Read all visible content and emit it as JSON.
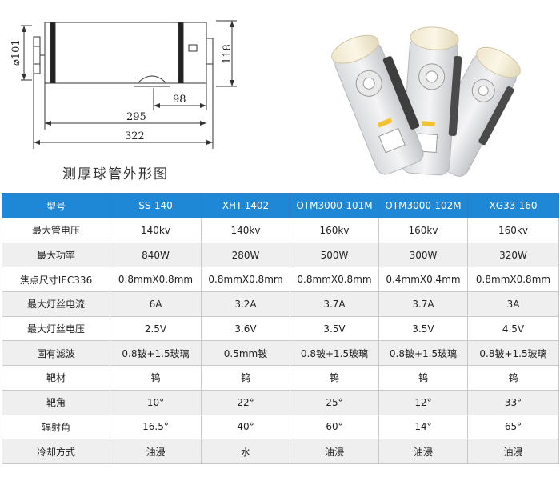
{
  "drawing": {
    "dim_diameter": "⌀101",
    "dim_height": "118",
    "dim_inner": "98",
    "dim_body": "295",
    "dim_total": "322"
  },
  "caption": "测厚球管外形图",
  "table": {
    "header": [
      "型号",
      "SS-140",
      "XHT-1402",
      "OTM3000-101M",
      "OTM3000-102M",
      "XG33-160"
    ],
    "rows": [
      [
        "最大管电压",
        "140kv",
        "140kv",
        "160kv",
        "160kv",
        "160kv"
      ],
      [
        "最大功率",
        "840W",
        "280W",
        "500W",
        "300W",
        "320W"
      ],
      [
        "焦点尺寸IEC336",
        "0.8mmX0.8mm",
        "0.8mmX0.8mm",
        "0.8mmX0.8mm",
        "0.4mmX0.4mm",
        "0.8mmX0.8mm"
      ],
      [
        "最大灯丝电流",
        "6A",
        "3.2A",
        "3.7A",
        "3.7A",
        "3A"
      ],
      [
        "最大灯丝电压",
        "2.5V",
        "3.6V",
        "3.5V",
        "3.5V",
        "4.5V"
      ],
      [
        "固有滤波",
        "0.8铍+1.5玻璃",
        "0.5mm铍",
        "0.8铍+1.5玻璃",
        "0.8铍+1.5玻璃",
        "0.8铍+1.5玻璃"
      ],
      [
        "靶材",
        "钨",
        "钨",
        "钨",
        "钨",
        "钨"
      ],
      [
        "靶角",
        "10°",
        "22°",
        "25°",
        "12°",
        "33°"
      ],
      [
        "辐射角",
        "16.5°",
        "40°",
        "60°",
        "14°",
        "65°"
      ],
      [
        "冷却方式",
        "油浸",
        "水",
        "油浸",
        "油浸",
        "油浸"
      ]
    ]
  }
}
